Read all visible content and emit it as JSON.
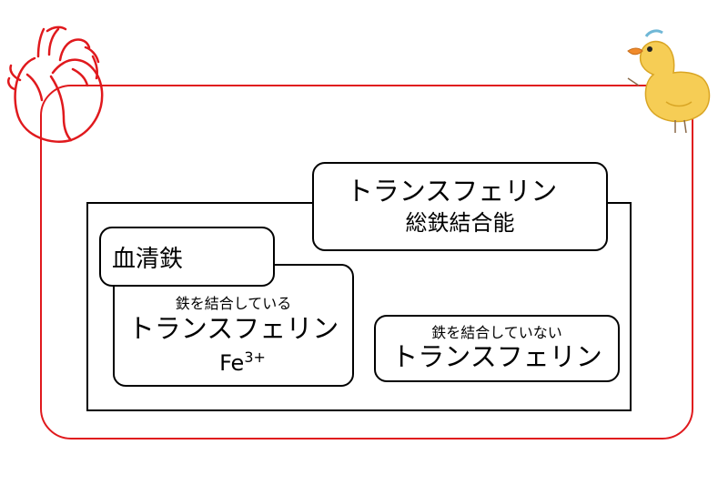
{
  "colors": {
    "frame": "#e0191d",
    "heart": "#e0191d",
    "duck": "#f3c23d"
  },
  "icons": {
    "heart": "heart-icon",
    "duck": "duck-icon"
  },
  "tibc": {
    "line1": "トランスフェリン",
    "line2": "総鉄結合能"
  },
  "serum_iron": {
    "label": "血清鉄"
  },
  "bound_transferrin": {
    "caption": "鉄を結合している",
    "name": "トランスフェリン",
    "ion": "Fe",
    "charge": "3+"
  },
  "unbound_transferrin": {
    "caption": "鉄を結合していない",
    "name": "トランスフェリン"
  }
}
